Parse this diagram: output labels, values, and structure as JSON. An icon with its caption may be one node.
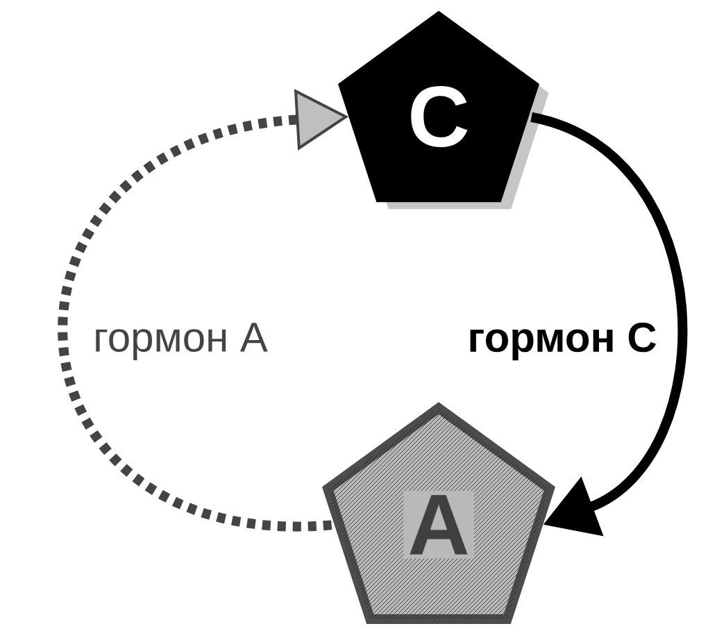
{
  "diagram": {
    "nodes": [
      {
        "text": [
          "C"
        ]
      },
      {
        "text": [
          "A"
        ]
      }
    ],
    "edges": [
      {
        "from": 0,
        "to": 1,
        "arrow": "to",
        "label": "гормон С",
        "color": "#000000"
      },
      {
        "from": 1,
        "to": 0,
        "arrow": "to",
        "label": "гормон А",
        "style": "dashed",
        "color": "#444444"
      }
    ]
  }
}
